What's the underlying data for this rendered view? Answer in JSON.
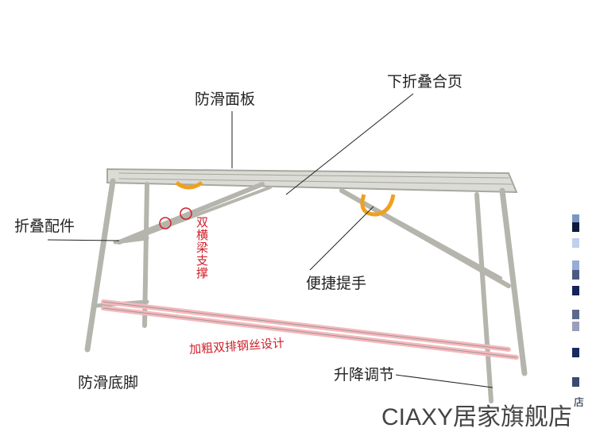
{
  "labels": {
    "anti_slip_panel": "防滑面板",
    "lower_fold_hinge": "下折叠合页",
    "folding_fitting": "折叠配件",
    "double_beam_support": "双横梁支撑",
    "handle": "便捷提手",
    "thick_steel_wire": "加粗双排钢丝设计",
    "anti_slip_foot": "防滑底脚",
    "height_adjust": "升降调节"
  },
  "brand": {
    "watermark": "CIAXY居家旗舰店",
    "side_char": "店"
  },
  "colors": {
    "accent_red": "#d0202a",
    "metal": "#b8b8b0",
    "strap": "#f0a020"
  },
  "swatches": [
    "#7a95c6",
    "#0e1a3a",
    "#c0d0ee",
    "#98acd8",
    "#4a5a80",
    "#14245a",
    "#5a6a8a",
    "#98a0bc",
    "#1a2a60",
    "#3a4a70"
  ]
}
